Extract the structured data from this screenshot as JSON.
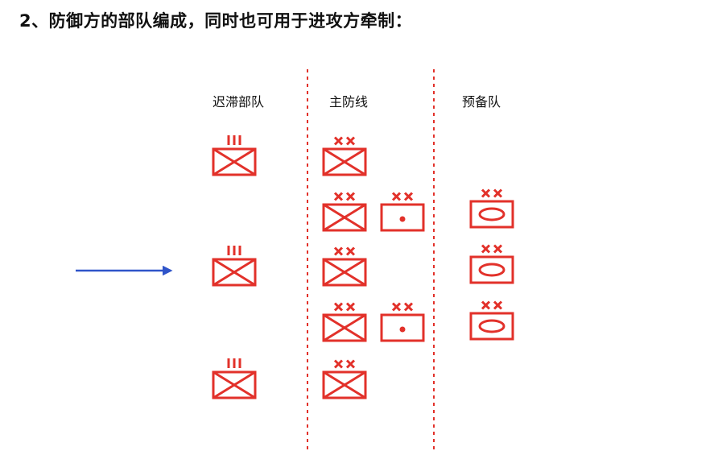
{
  "title": "2、防御方的部队编成，同时也可用于进攻方牵制：",
  "columns": {
    "delay": "迟滞部队",
    "main_line": "主防线",
    "reserve": "预备队"
  },
  "symbols": {
    "delay_units": [
      "infantry-regiment",
      "infantry-regiment",
      "infantry-regiment"
    ],
    "main_line_units": [
      "infantry-division",
      "infantry-division",
      "unit-division",
      "infantry-division",
      "infantry-division",
      "unit-division",
      "infantry-division"
    ],
    "reserve_units": [
      "armor-division",
      "armor-division",
      "armor-division"
    ]
  },
  "colors": {
    "symbol": "#e2312a",
    "divider": "#e2312a",
    "arrow": "#2f54c9"
  }
}
